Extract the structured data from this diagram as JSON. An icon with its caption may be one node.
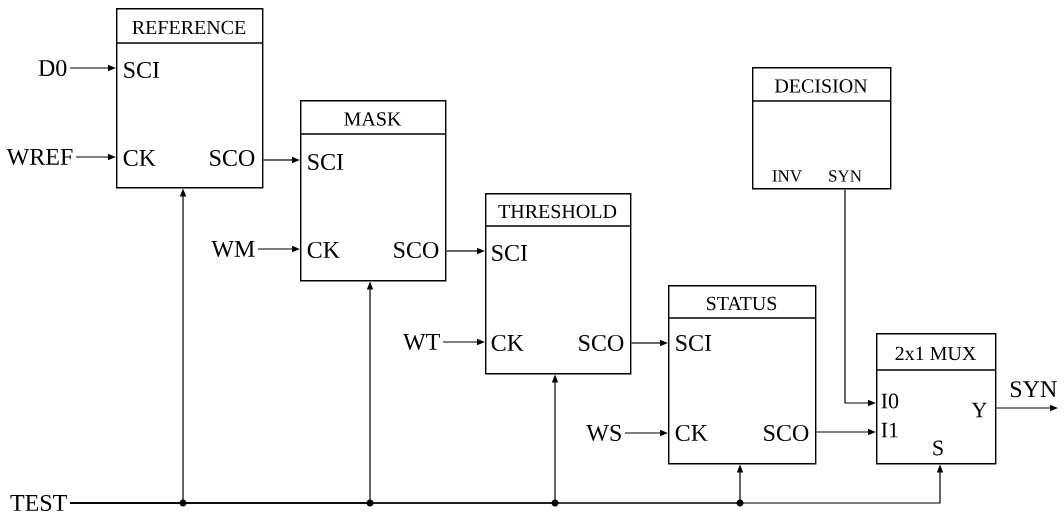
{
  "diagram": {
    "nodes": [
      {
        "text": [
          "D0"
        ]
      },
      {
        "text": [
          "WREF"
        ]
      },
      {
        "text": [
          "REFERENCE",
          "SCI",
          "CK",
          "SCO"
        ]
      },
      {
        "text": [
          "MASK",
          "SCI",
          "CK",
          "SCO"
        ]
      },
      {
        "text": [
          "WM"
        ]
      },
      {
        "text": [
          "THRESHOLD",
          "SCI",
          "CK",
          "SCO"
        ]
      },
      {
        "text": [
          "WT"
        ]
      },
      {
        "text": [
          "DECISION",
          "INV",
          "SYN"
        ]
      },
      {
        "text": [
          "STATUS",
          "SCI",
          "CK",
          "SCO"
        ]
      },
      {
        "text": [
          "WS"
        ]
      },
      {
        "text": [
          "2x1 MUX",
          "I0",
          "I1",
          "Y",
          "S"
        ]
      },
      {
        "text": [
          "SYN"
        ]
      },
      {
        "text": [
          "TEST"
        ]
      }
    ],
    "edges": [
      {
        "from": 0,
        "to": 2,
        "arrow": "to"
      },
      {
        "from": 1,
        "to": 2,
        "arrow": "to"
      },
      {
        "from": 2,
        "to": 3,
        "arrow": "to"
      },
      {
        "from": 4,
        "to": 3,
        "arrow": "to"
      },
      {
        "from": 3,
        "to": 5,
        "arrow": "to"
      },
      {
        "from": 6,
        "to": 5,
        "arrow": "to"
      },
      {
        "from": 5,
        "to": 8,
        "arrow": "to"
      },
      {
        "from": 9,
        "to": 8,
        "arrow": "to"
      },
      {
        "from": 7,
        "to": 10,
        "arrow": "to"
      },
      {
        "from": 8,
        "to": 10,
        "arrow": "to"
      },
      {
        "from": 10,
        "to": 11,
        "arrow": "to"
      },
      {
        "from": 12,
        "to": 2,
        "arrow": "to"
      },
      {
        "from": 12,
        "to": 3,
        "arrow": "to"
      },
      {
        "from": 12,
        "to": 5,
        "arrow": "to"
      },
      {
        "from": 12,
        "to": 8,
        "arrow": "to"
      },
      {
        "from": 12,
        "to": 10,
        "arrow": "to"
      }
    ]
  }
}
